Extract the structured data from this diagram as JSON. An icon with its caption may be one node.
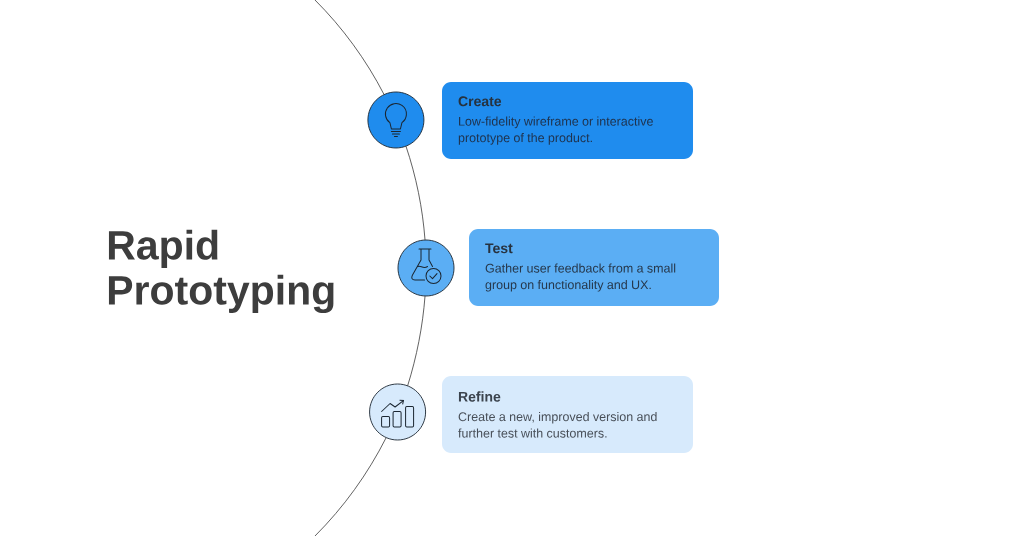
{
  "diagram": {
    "title": "Rapid Prototyping",
    "nodes": [
      {
        "text": [],
        "shape": "circle"
      },
      {
        "text": [
          "Create",
          "Low-fidelity wireframe or interactive prototype of the product."
        ]
      },
      {
        "text": [],
        "shape": "circle"
      },
      {
        "text": [
          "Test",
          "Gather user feedback from a small group on functionality and UX."
        ]
      },
      {
        "text": [],
        "shape": "circle"
      },
      {
        "text": [
          "Refine",
          "Create a new, improved version and further test with customers."
        ]
      }
    ],
    "edges": [
      {
        "from": null,
        "to": 0,
        "arrow": "none"
      },
      {
        "from": 0,
        "to": 2,
        "arrow": "none"
      },
      {
        "from": 2,
        "to": 4,
        "arrow": "none"
      },
      {
        "from": 4,
        "to": null,
        "arrow": "none"
      }
    ]
  }
}
